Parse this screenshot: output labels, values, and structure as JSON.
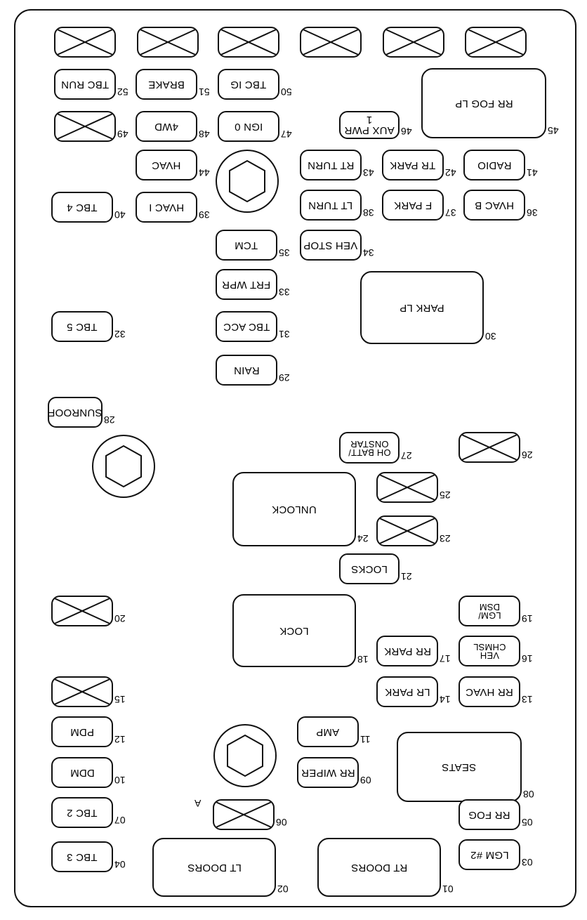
{
  "title": "Fuse Block Diagram",
  "fuses": [
    {
      "id": "blank-top-1",
      "num": "",
      "label": "",
      "crossed": true
    },
    {
      "id": "blank-top-2",
      "num": "",
      "label": "",
      "crossed": true
    },
    {
      "id": "blank-top-3",
      "num": "",
      "label": "",
      "crossed": true
    },
    {
      "id": "blank-top-4",
      "num": "",
      "label": "",
      "crossed": true
    },
    {
      "id": "blank-top-5",
      "num": "",
      "label": "",
      "crossed": true
    },
    {
      "id": "blank-top-6",
      "num": "",
      "label": "",
      "crossed": true
    },
    {
      "id": "f52",
      "num": "52",
      "label": "TBC RUN",
      "crossed": false
    },
    {
      "id": "f51",
      "num": "51",
      "label": "BRAKE",
      "crossed": false
    },
    {
      "id": "f50",
      "num": "50",
      "label": "TBC IG",
      "crossed": false
    },
    {
      "id": "f45",
      "num": "45",
      "label": "RR FOG LP",
      "crossed": false
    },
    {
      "id": "f49",
      "num": "49",
      "label": "",
      "crossed": true
    },
    {
      "id": "f48",
      "num": "48",
      "label": "4WD",
      "crossed": false
    },
    {
      "id": "f47",
      "num": "47",
      "label": "IGN 0",
      "crossed": false
    },
    {
      "id": "f46",
      "num": "46",
      "label": "AUX PWR 1",
      "crossed": false
    },
    {
      "id": "f44",
      "num": "44",
      "label": "HVAC",
      "crossed": false
    },
    {
      "id": "f43",
      "num": "43",
      "label": "RT TURN",
      "crossed": false
    },
    {
      "id": "f42",
      "num": "42",
      "label": "TR PARK",
      "crossed": false
    },
    {
      "id": "f41",
      "num": "41",
      "label": "RADIO",
      "crossed": false
    },
    {
      "id": "f40",
      "num": "40",
      "label": "TBC 4",
      "crossed": false
    },
    {
      "id": "f39",
      "num": "39",
      "label": "HVAC I",
      "crossed": false
    },
    {
      "id": "f38",
      "num": "38",
      "label": "LT TURN",
      "crossed": false
    },
    {
      "id": "f37",
      "num": "37",
      "label": "F PARK",
      "crossed": false
    },
    {
      "id": "f36",
      "num": "36",
      "label": "HVAC B",
      "crossed": false
    },
    {
      "id": "f35",
      "num": "35",
      "label": "TCM",
      "crossed": false
    },
    {
      "id": "f34",
      "num": "34",
      "label": "VEH STOP",
      "crossed": false
    },
    {
      "id": "f33",
      "num": "33",
      "label": "FRT WPR",
      "crossed": false
    },
    {
      "id": "f30",
      "num": "30",
      "label": "PARK LP",
      "crossed": false
    },
    {
      "id": "f32",
      "num": "32",
      "label": "TBC 5",
      "crossed": false
    },
    {
      "id": "f31",
      "num": "31",
      "label": "TBC ACC",
      "crossed": false
    },
    {
      "id": "f29",
      "num": "29",
      "label": "RAIN",
      "crossed": false
    },
    {
      "id": "f28",
      "num": "28",
      "label": "SUNROOF",
      "crossed": false
    },
    {
      "id": "f27",
      "num": "27",
      "label": "OH BATT/\nONSTAR",
      "crossed": false
    },
    {
      "id": "f26",
      "num": "26",
      "label": "",
      "crossed": true
    },
    {
      "id": "f24",
      "num": "24",
      "label": "UNLOCK",
      "crossed": false
    },
    {
      "id": "f25",
      "num": "25",
      "label": "",
      "crossed": true
    },
    {
      "id": "f23",
      "num": "23",
      "label": "",
      "crossed": true
    },
    {
      "id": "f21",
      "num": "21",
      "label": "LOCKS",
      "crossed": false
    },
    {
      "id": "f20",
      "num": "20",
      "label": "",
      "crossed": true
    },
    {
      "id": "f18",
      "num": "18",
      "label": "LOCK",
      "crossed": false
    },
    {
      "id": "f19",
      "num": "19",
      "label": "LGM/\nDSM",
      "crossed": false
    },
    {
      "id": "f17",
      "num": "17",
      "label": "RR PARK",
      "crossed": false
    },
    {
      "id": "f16",
      "num": "16",
      "label": "VEH\nCHMSL",
      "crossed": false
    },
    {
      "id": "f15",
      "num": "15",
      "label": "",
      "crossed": true
    },
    {
      "id": "f14",
      "num": "14",
      "label": "LR PARK",
      "crossed": false
    },
    {
      "id": "f13",
      "num": "13",
      "label": "RR HVAC",
      "crossed": false
    },
    {
      "id": "f12",
      "num": "12",
      "label": "PDM",
      "crossed": false
    },
    {
      "id": "f11",
      "num": "11",
      "label": "AMP",
      "crossed": false
    },
    {
      "id": "f10",
      "num": "10",
      "label": "DDM",
      "crossed": false
    },
    {
      "id": "f09",
      "num": "09",
      "label": "RR WIPER",
      "crossed": false
    },
    {
      "id": "f08",
      "num": "08",
      "label": "SEATS",
      "crossed": false
    },
    {
      "id": "f07",
      "num": "07",
      "label": "TBC 2",
      "crossed": false
    },
    {
      "id": "f06",
      "num": "06",
      "label": "",
      "crossed": true
    },
    {
      "id": "f05",
      "num": "05",
      "label": "RR FOG",
      "crossed": false
    },
    {
      "id": "f04",
      "num": "04",
      "label": "TBC 3",
      "crossed": false
    },
    {
      "id": "f02",
      "num": "02",
      "label": "LT DOORS",
      "crossed": false
    },
    {
      "id": "f01",
      "num": "01",
      "label": "RT DOORS",
      "crossed": false
    },
    {
      "id": "f03",
      "num": "03",
      "label": "LGM #2",
      "crossed": false
    }
  ],
  "marker_a": "A"
}
